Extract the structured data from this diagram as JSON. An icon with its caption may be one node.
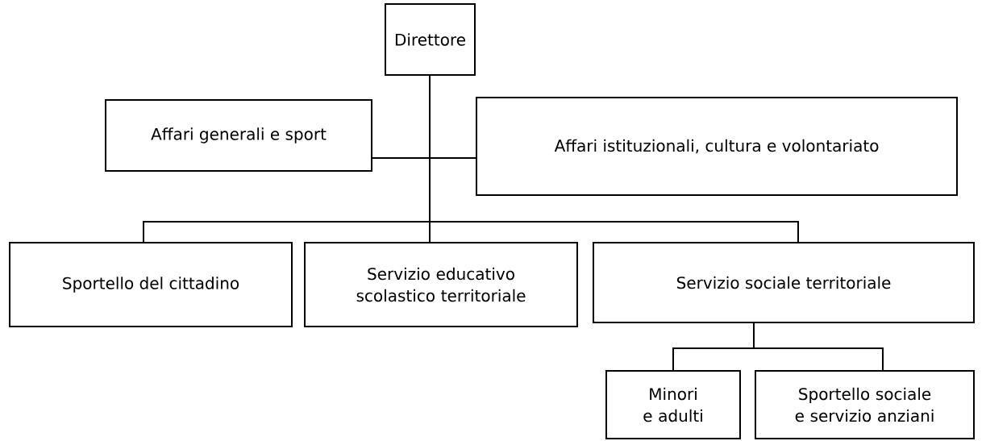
{
  "diagram": {
    "nodes": [
      {
        "text": [
          "Direttore"
        ]
      },
      {
        "text": [
          "Affari generali e sport"
        ]
      },
      {
        "text": [
          "Affari istituzionali, cultura e volontariato"
        ]
      },
      {
        "text": [
          "Sportello del cittadino"
        ]
      },
      {
        "text": [
          "Servizio educativo scolastico territoriale"
        ]
      },
      {
        "text": [
          "Servizio sociale territoriale"
        ]
      },
      {
        "text": [
          "Minori e adulti"
        ]
      },
      {
        "text": [
          "Sportello sociale e servizio anziani"
        ]
      }
    ],
    "edges": [
      {
        "from": 0,
        "to": 1,
        "arrow": "none"
      },
      {
        "from": 0,
        "to": 2,
        "arrow": "none"
      },
      {
        "from": 0,
        "to": 3,
        "arrow": "none"
      },
      {
        "from": 0,
        "to": 4,
        "arrow": "none"
      },
      {
        "from": 0,
        "to": 5,
        "arrow": "none"
      },
      {
        "from": 5,
        "to": 6,
        "arrow": "none"
      },
      {
        "from": 5,
        "to": 7,
        "arrow": "none"
      }
    ]
  }
}
